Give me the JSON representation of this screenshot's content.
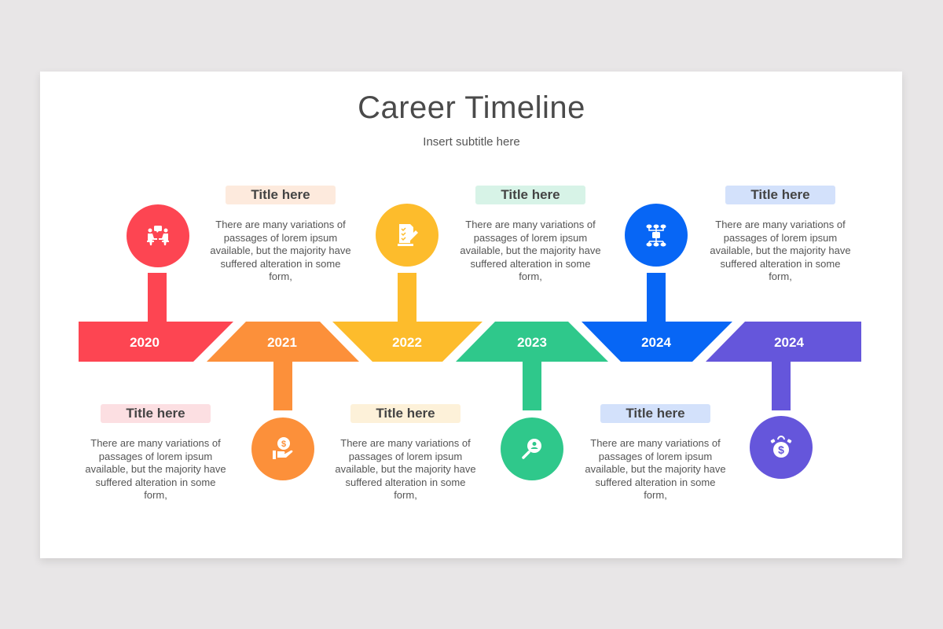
{
  "header": {
    "title": "Career Timeline",
    "subtitle": "Insert subtitle here"
  },
  "milestones": [
    {
      "year": "2020",
      "color": "#fd4552",
      "badge_color": "#fcdfe2",
      "position": "top",
      "icon": "meeting-icon",
      "title": "Title here",
      "text": "There are many variations of passages of lorem ipsum available, but the majority have suffered alteration in some form,"
    },
    {
      "year": "2021",
      "color": "#fc903a",
      "badge_color": "#fdeadd",
      "position": "bottom",
      "icon": "hand-coin-icon",
      "title": "Title here",
      "text": "There are many variations of passages of lorem ipsum available, but the majority have suffered alteration in some form,"
    },
    {
      "year": "2022",
      "color": "#fdbc2c",
      "badge_color": "#fdf1d9",
      "position": "top",
      "icon": "checklist-pencil-icon",
      "title": "Title here",
      "text": "There are many variations of passages of lorem ipsum available, but the majority have suffered alteration in some form,"
    },
    {
      "year": "2023",
      "color": "#2fc88b",
      "badge_color": "#d7f3e7",
      "position": "bottom",
      "icon": "search-user-icon",
      "title": "Title here",
      "text": "There are many variations of passages of lorem ipsum available, but the majority have suffered alteration in some form,"
    },
    {
      "year": "2024",
      "color": "#0766f5",
      "badge_color": "#d3e1fb",
      "position": "top",
      "icon": "hierarchy-icon",
      "title": "Title here",
      "text": "There are many variations of passages of lorem ipsum available, but the majority have suffered alteration in some form,"
    },
    {
      "year": "2024",
      "color": "#6556db",
      "badge_color": "#d3e1fb",
      "position": "bottom",
      "icon": "money-bag-icon",
      "title": "Title here",
      "text": "There are many variations of passages of lorem ipsum available, but the majority have suffered alteration in some form,"
    }
  ]
}
